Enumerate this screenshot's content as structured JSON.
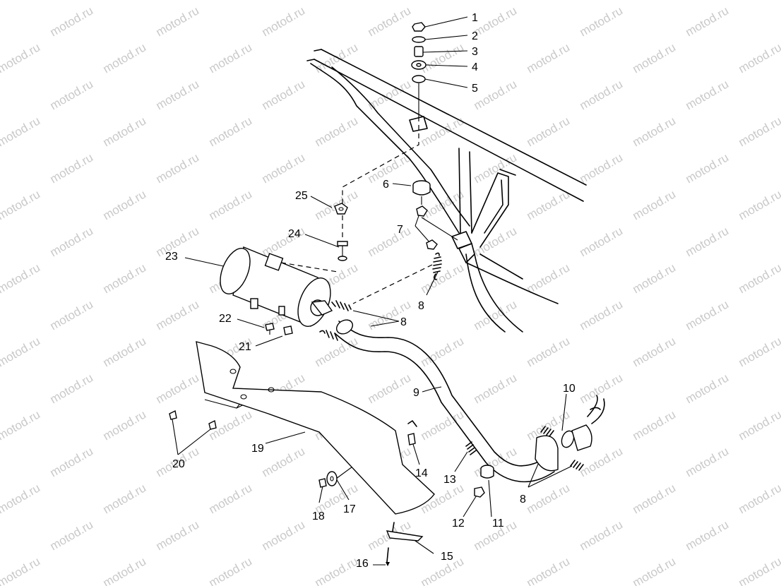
{
  "watermark": "motod.ru",
  "callouts": {
    "c1": "1",
    "c2": "2",
    "c3": "3",
    "c4": "4",
    "c5": "5",
    "c6": "6",
    "c7": "7",
    "c8a": "8",
    "c8b": "8",
    "c8c": "8",
    "c9": "9",
    "c10": "10",
    "c11": "11",
    "c12": "12",
    "c13": "13",
    "c14": "14",
    "c15": "15",
    "c16": "16",
    "c17": "17",
    "c18": "18",
    "c19": "19",
    "c20": "20",
    "c21": "21",
    "c22": "22",
    "c23": "23",
    "c24": "24",
    "c25": "25"
  }
}
